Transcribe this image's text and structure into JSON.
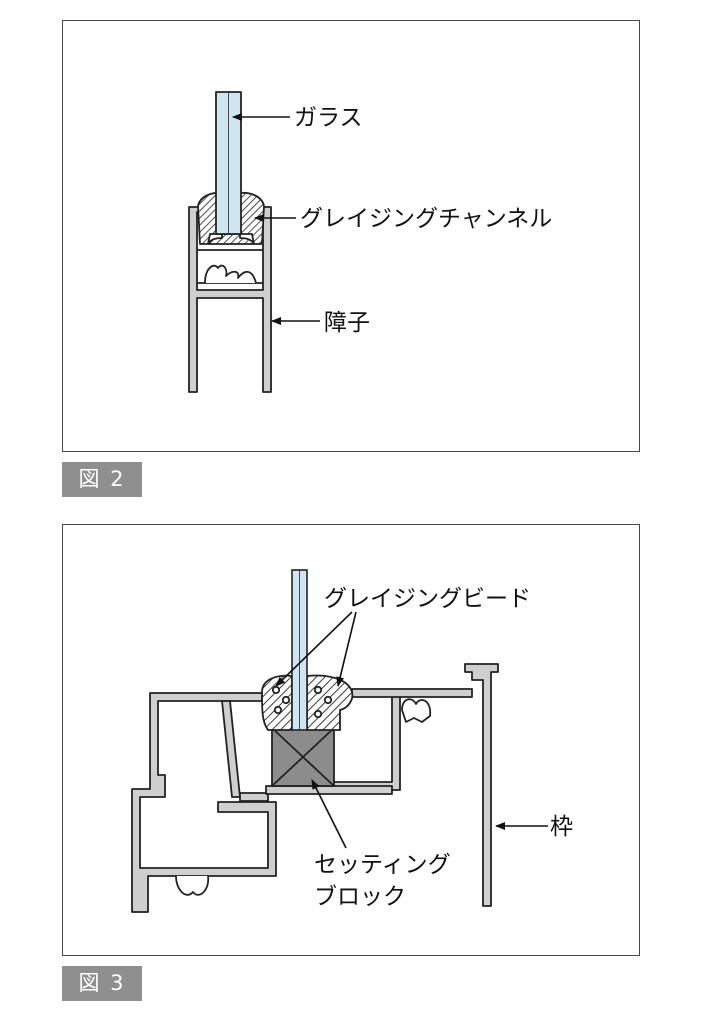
{
  "figure2": {
    "caption": "図 2",
    "labels": {
      "glass": "ガラス",
      "glazing_channel": "グレイジングチャンネル",
      "mullion": "障子"
    }
  },
  "figure3": {
    "caption": "図 3",
    "labels": {
      "glazing_bead": "グレイジングビード",
      "frame": "枠",
      "setting_block_line1": "セッティング",
      "setting_block_line2": "ブロック"
    }
  },
  "colors": {
    "glass": "#cfe6f2",
    "aluminum": "#c8c8c8",
    "setting_block": "#8c8c8c",
    "caption_bg": "#8f8f8f",
    "outline": "#222222"
  }
}
